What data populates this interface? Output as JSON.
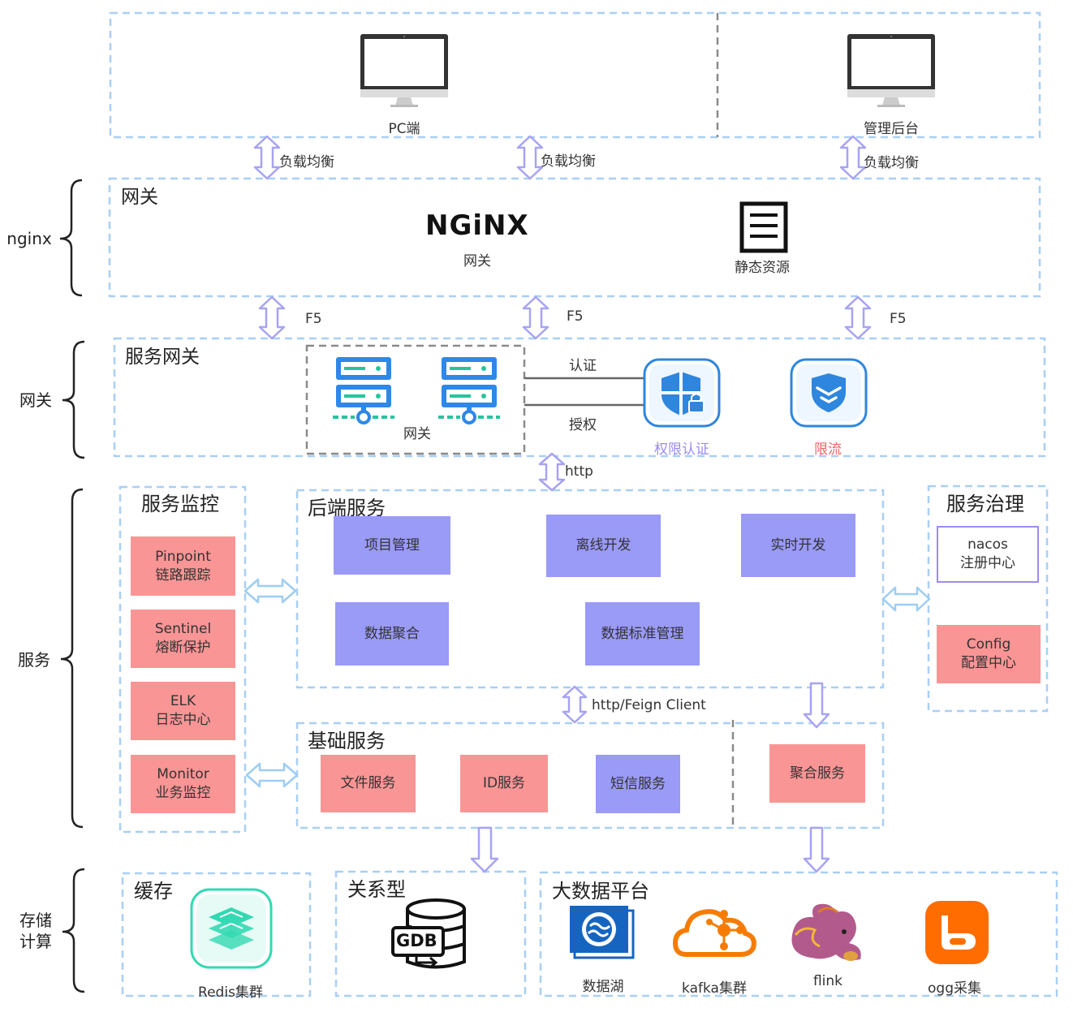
{
  "colors": {
    "dash_blue": "#a9cff5",
    "arrow_purple": "#a7a3f3",
    "arrow_blue": "#9fcdf2",
    "box_purple": "#9a9af7",
    "box_pink": "#fa9595",
    "auth_text": "#9a8cf2",
    "limit_text": "#f26464"
  },
  "clients": {
    "pc": "PC端",
    "admin": "管理后台"
  },
  "load_balance": [
    "负载均衡",
    "负载均衡",
    "负载均衡"
  ],
  "side_labels": {
    "nginx": "nginx",
    "gateway": "网关",
    "service": "服务",
    "storage": "存储\n计算"
  },
  "nginx_layer": {
    "title": "网关",
    "nginx_logo": "NGiNX",
    "nginx_caption": "网关",
    "static_caption": "静态资源"
  },
  "f5": [
    "F5",
    "F5",
    "F5"
  ],
  "service_gateway": {
    "title": "服务网关",
    "cluster_caption": "网关",
    "link_auth": "认证",
    "link_grant": "授权",
    "auth_caption": "权限认证",
    "limit_caption": "限流"
  },
  "http_label": "http",
  "monitor": {
    "title": "服务监控",
    "items": [
      {
        "line1": "Pinpoint",
        "line2": "链路跟踪"
      },
      {
        "line1": "Sentinel",
        "line2": "熔断保护"
      },
      {
        "line1": "ELK",
        "line2": "日志中心"
      },
      {
        "line1": "Monitor",
        "line2": "业务监控"
      }
    ]
  },
  "backend": {
    "title": "后端服务",
    "items": [
      "项目管理",
      "离线开发",
      "实时开发",
      "数据聚合",
      "数据标准管理"
    ]
  },
  "governance": {
    "title": "服务治理",
    "nacos": {
      "line1": "nacos",
      "line2": "注册中心"
    },
    "config": {
      "line1": "Config",
      "line2": "配置中心"
    }
  },
  "feign_label": "http/Feign Client",
  "base": {
    "title": "基础服务",
    "items": [
      "文件服务",
      "ID服务",
      "短信服务"
    ],
    "aggregate": "聚合服务"
  },
  "storage": {
    "cache_title": "缓存",
    "redis": "Redis集群",
    "relational_title": "关系型",
    "gdb": "GDB",
    "bigdata_title": "大数据平台",
    "items": [
      "数据湖",
      "kafka集群",
      "flink",
      "ogg采集"
    ]
  }
}
